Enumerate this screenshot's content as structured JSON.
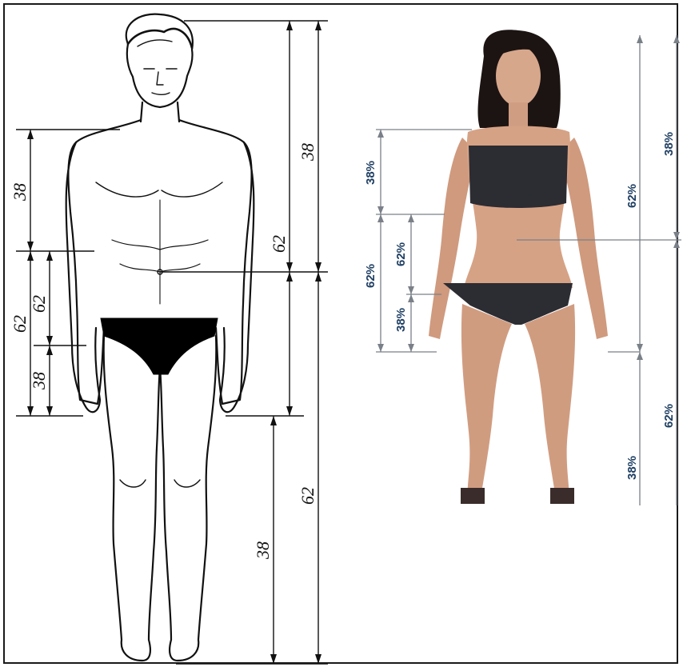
{
  "male_figure": {
    "labels": {
      "shoulder_to_crotch_38": "38",
      "head_to_navel_38": "38",
      "navel_to_knee_62": "62",
      "chest_segment_62_outer": "62",
      "chest_segment_62_inner": "62",
      "lower_torso_38": "38",
      "crotch_to_floor_62": "62",
      "knee_to_floor_38": "38"
    }
  },
  "female_figure": {
    "labels": {
      "upper_38": "38%",
      "upper_62": "62%",
      "mid_62": "62%",
      "mid_38": "38%",
      "head_to_navel_62": "62%",
      "top_38": "38%",
      "navel_to_floor_62": "62%",
      "knee_38": "38%"
    }
  }
}
